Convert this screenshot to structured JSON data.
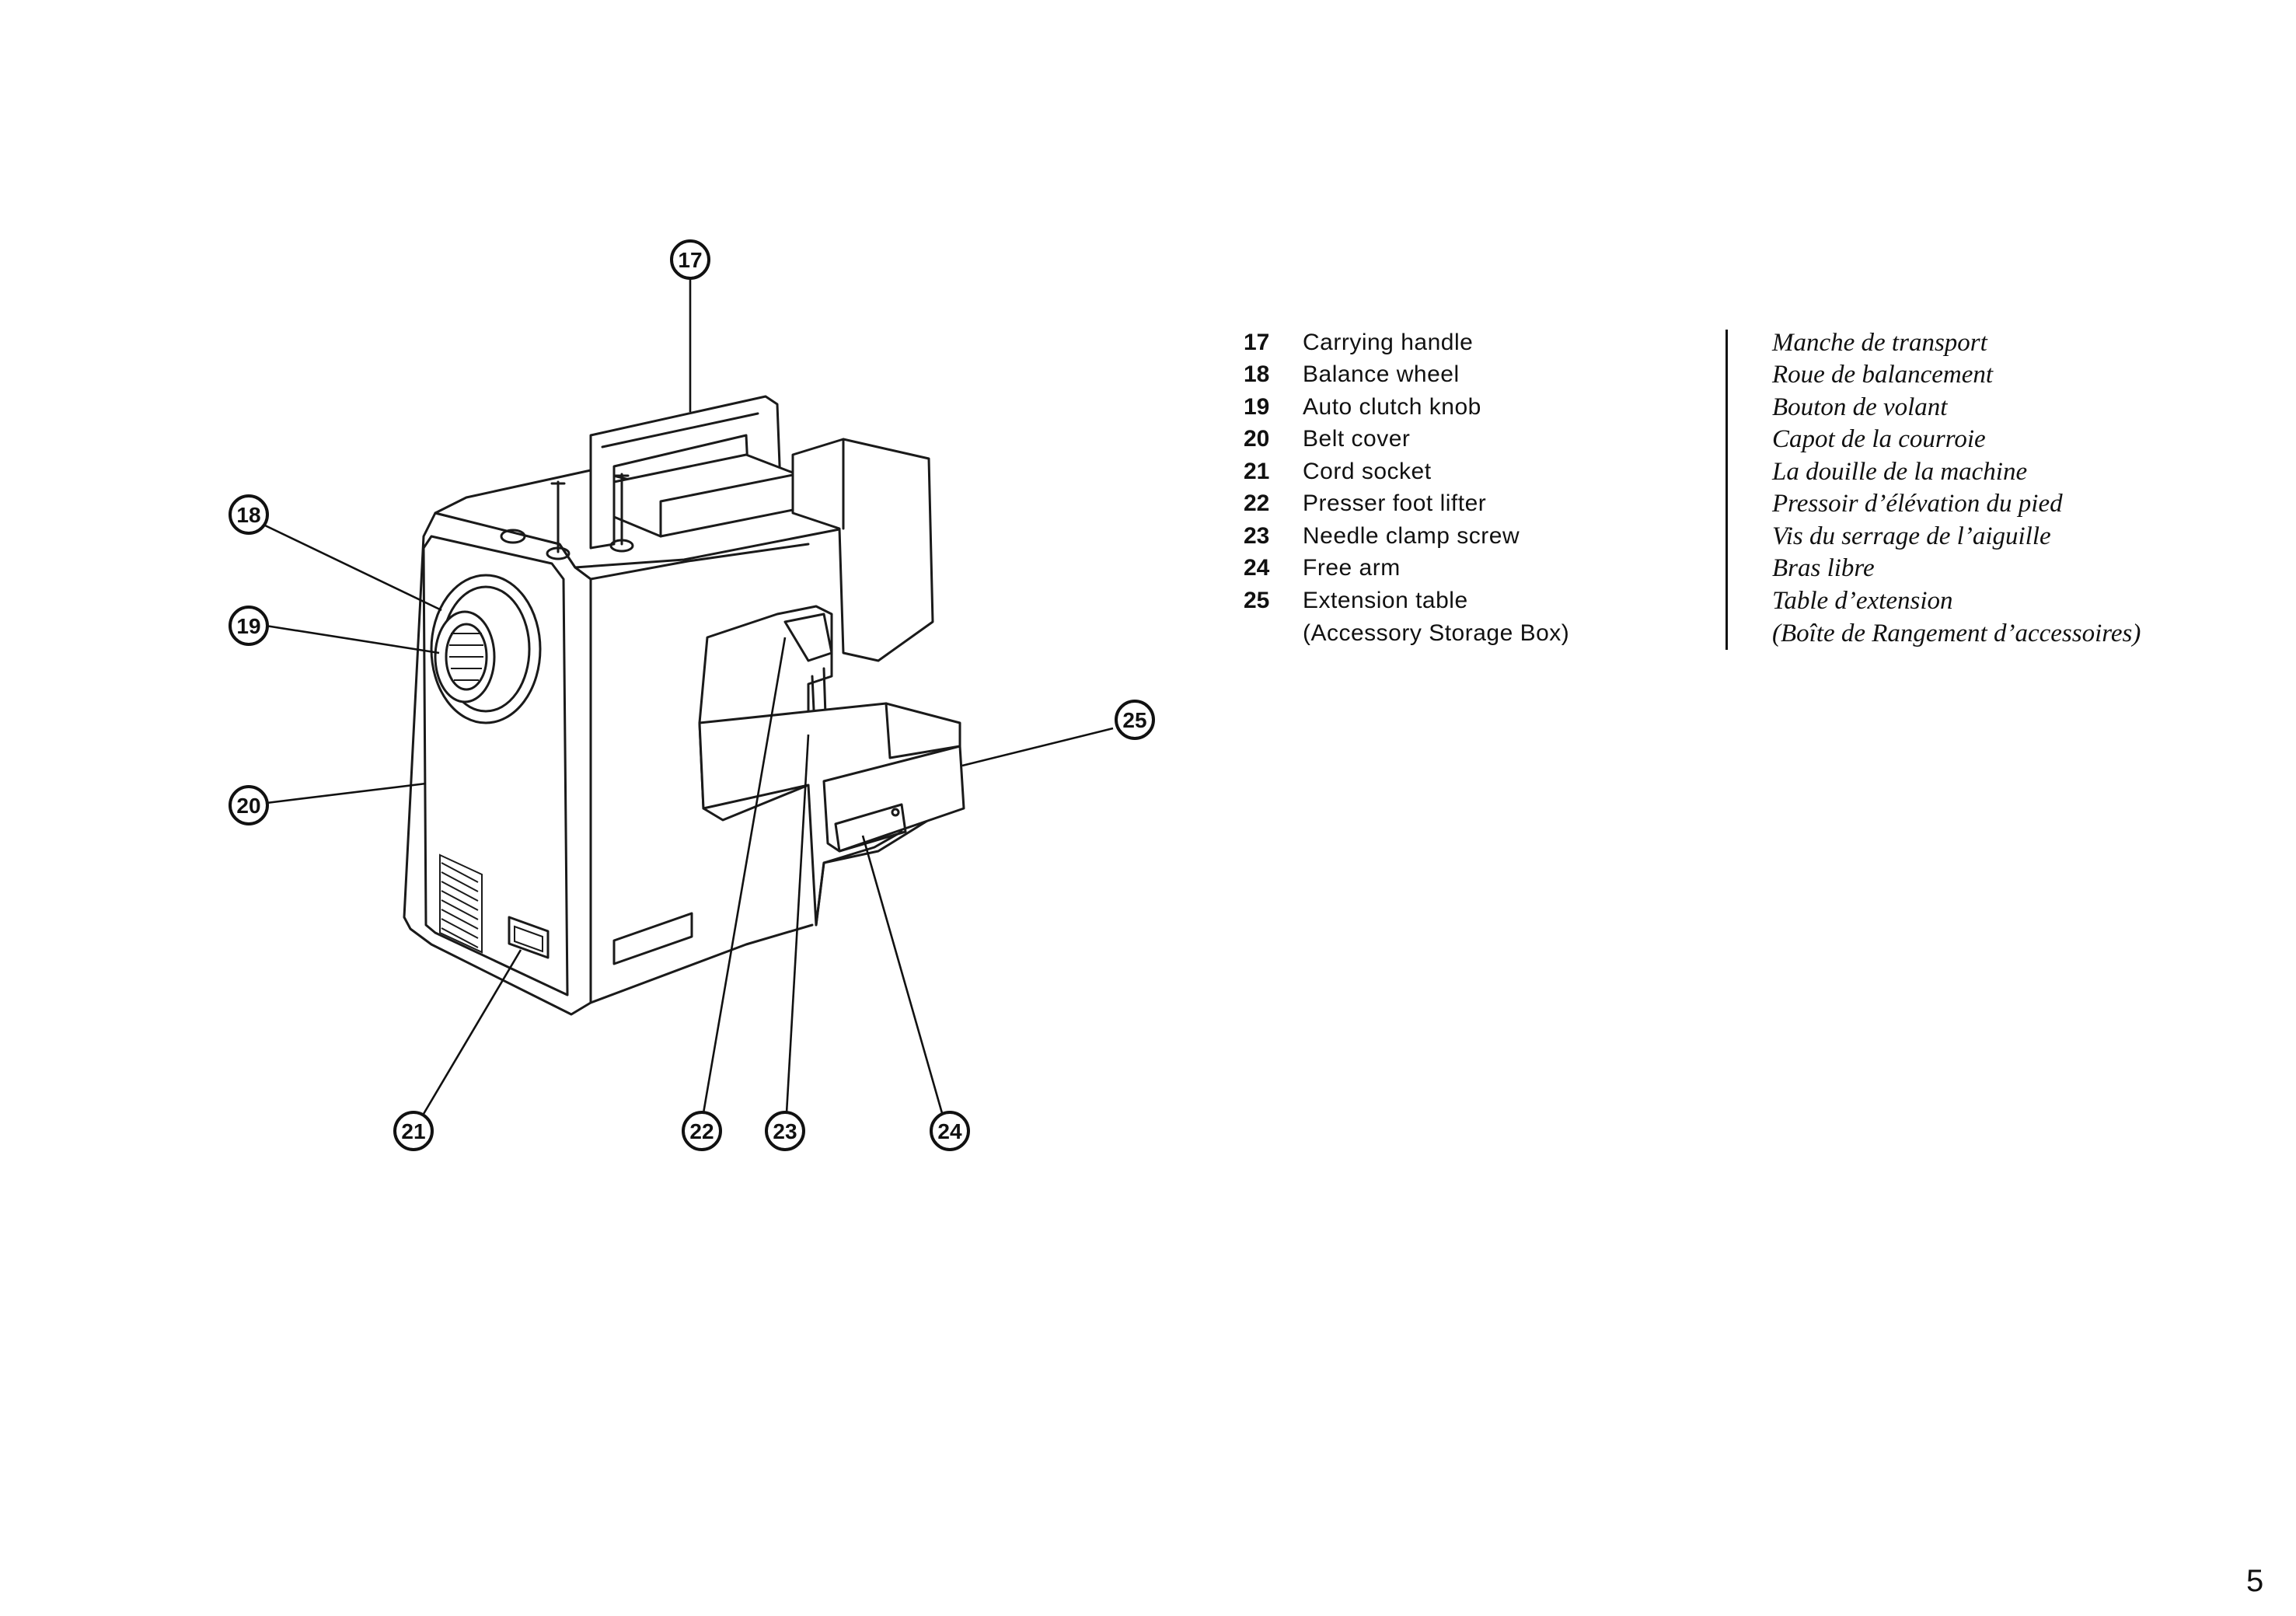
{
  "callouts": [
    "17",
    "18",
    "19",
    "20",
    "21",
    "22",
    "23",
    "24",
    "25"
  ],
  "legend": {
    "items": [
      {
        "num": "17",
        "en": "Carrying handle",
        "fr": "Manche de transport"
      },
      {
        "num": "18",
        "en": "Balance wheel",
        "fr": "Roue de balancement"
      },
      {
        "num": "19",
        "en": "Auto clutch knob",
        "fr": "Bouton de volant"
      },
      {
        "num": "20",
        "en": "Belt cover",
        "fr": "Capot de la courroie"
      },
      {
        "num": "21",
        "en": "Cord socket",
        "fr": "La douille de la machine"
      },
      {
        "num": "22",
        "en": "Presser foot lifter",
        "fr": "Pressoir d’élévation du pied"
      },
      {
        "num": "23",
        "en": "Needle clamp screw",
        "fr": "Vis du serrage de l’aiguille"
      },
      {
        "num": "24",
        "en": "Free arm",
        "fr": "Bras libre"
      },
      {
        "num": "25",
        "en": "Extension table",
        "fr": "Table d’extension"
      },
      {
        "num": "",
        "en": "(Accessory Storage Box)",
        "fr": "(Boîte de Rangement d’accessoires)"
      }
    ]
  },
  "page_number": "5"
}
